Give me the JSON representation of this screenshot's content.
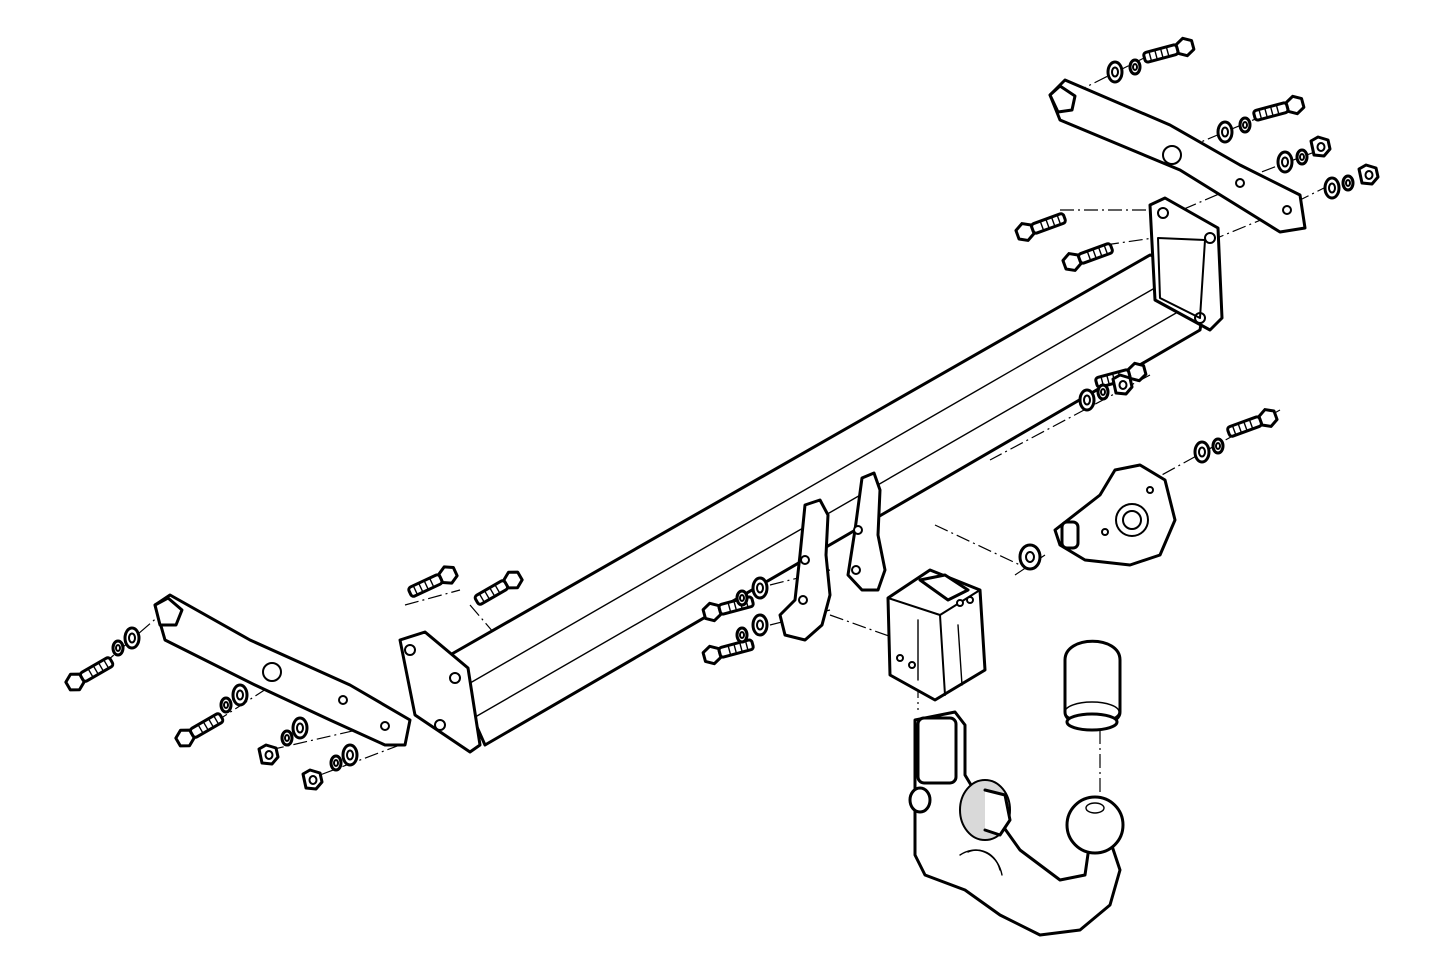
{
  "diagram": {
    "background": "#ffffff",
    "line_color": "#000000",
    "parts": [
      "crossbar-tube",
      "left-bracket-arm",
      "right-bracket-arm",
      "left-flange-plate",
      "right-flange-plate",
      "center-mounting-plates",
      "ball-mount-receiver",
      "detachable-tow-ball-neck",
      "tow-ball-cover-cap",
      "electrical-socket-plate",
      "bolts",
      "washers",
      "nuts"
    ]
  }
}
